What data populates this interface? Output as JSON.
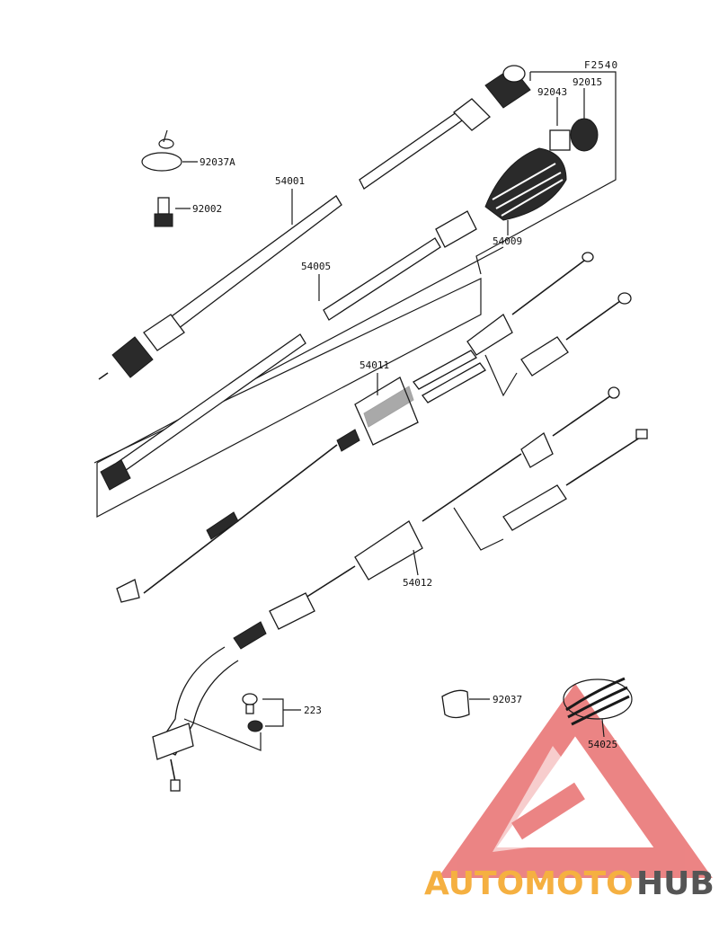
{
  "figure_code": "F2540",
  "parts": {
    "p54001": "54001",
    "p54005": "54005",
    "p54009": "54009",
    "p54011": "54011",
    "p54012": "54012",
    "p54025": "54025",
    "p92002": "92002",
    "p92015": "92015",
    "p92037": "92037",
    "p92037A": "92037A",
    "p92043": "92043",
    "p223": "223"
  },
  "watermark": {
    "brand_part1": "AUTOMOTO",
    "brand_part2": "HUB",
    "color_part1": "#f5b041",
    "color_part2": "#555555",
    "triangle_color": "#e55b5b"
  }
}
